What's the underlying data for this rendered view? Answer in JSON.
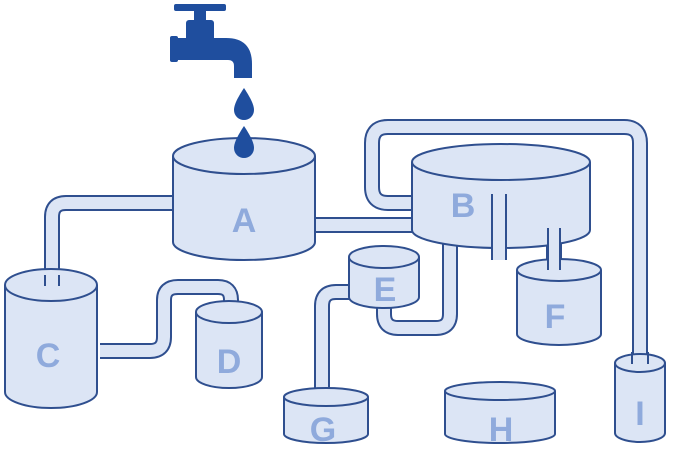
{
  "colors": {
    "outline": "#2f4f8f",
    "fill": "#dce5f5",
    "label": "#8faadc",
    "faucet": "#1f4e9e",
    "background": "#ffffff"
  },
  "faucet": {
    "icon": "faucet-icon",
    "drops": 2
  },
  "tanks": {
    "A": {
      "label": "A"
    },
    "B": {
      "label": "B"
    },
    "C": {
      "label": "C"
    },
    "D": {
      "label": "D"
    },
    "E": {
      "label": "E"
    },
    "F": {
      "label": "F"
    },
    "G": {
      "label": "G"
    },
    "H": {
      "label": "H"
    },
    "I": {
      "label": "I"
    }
  }
}
